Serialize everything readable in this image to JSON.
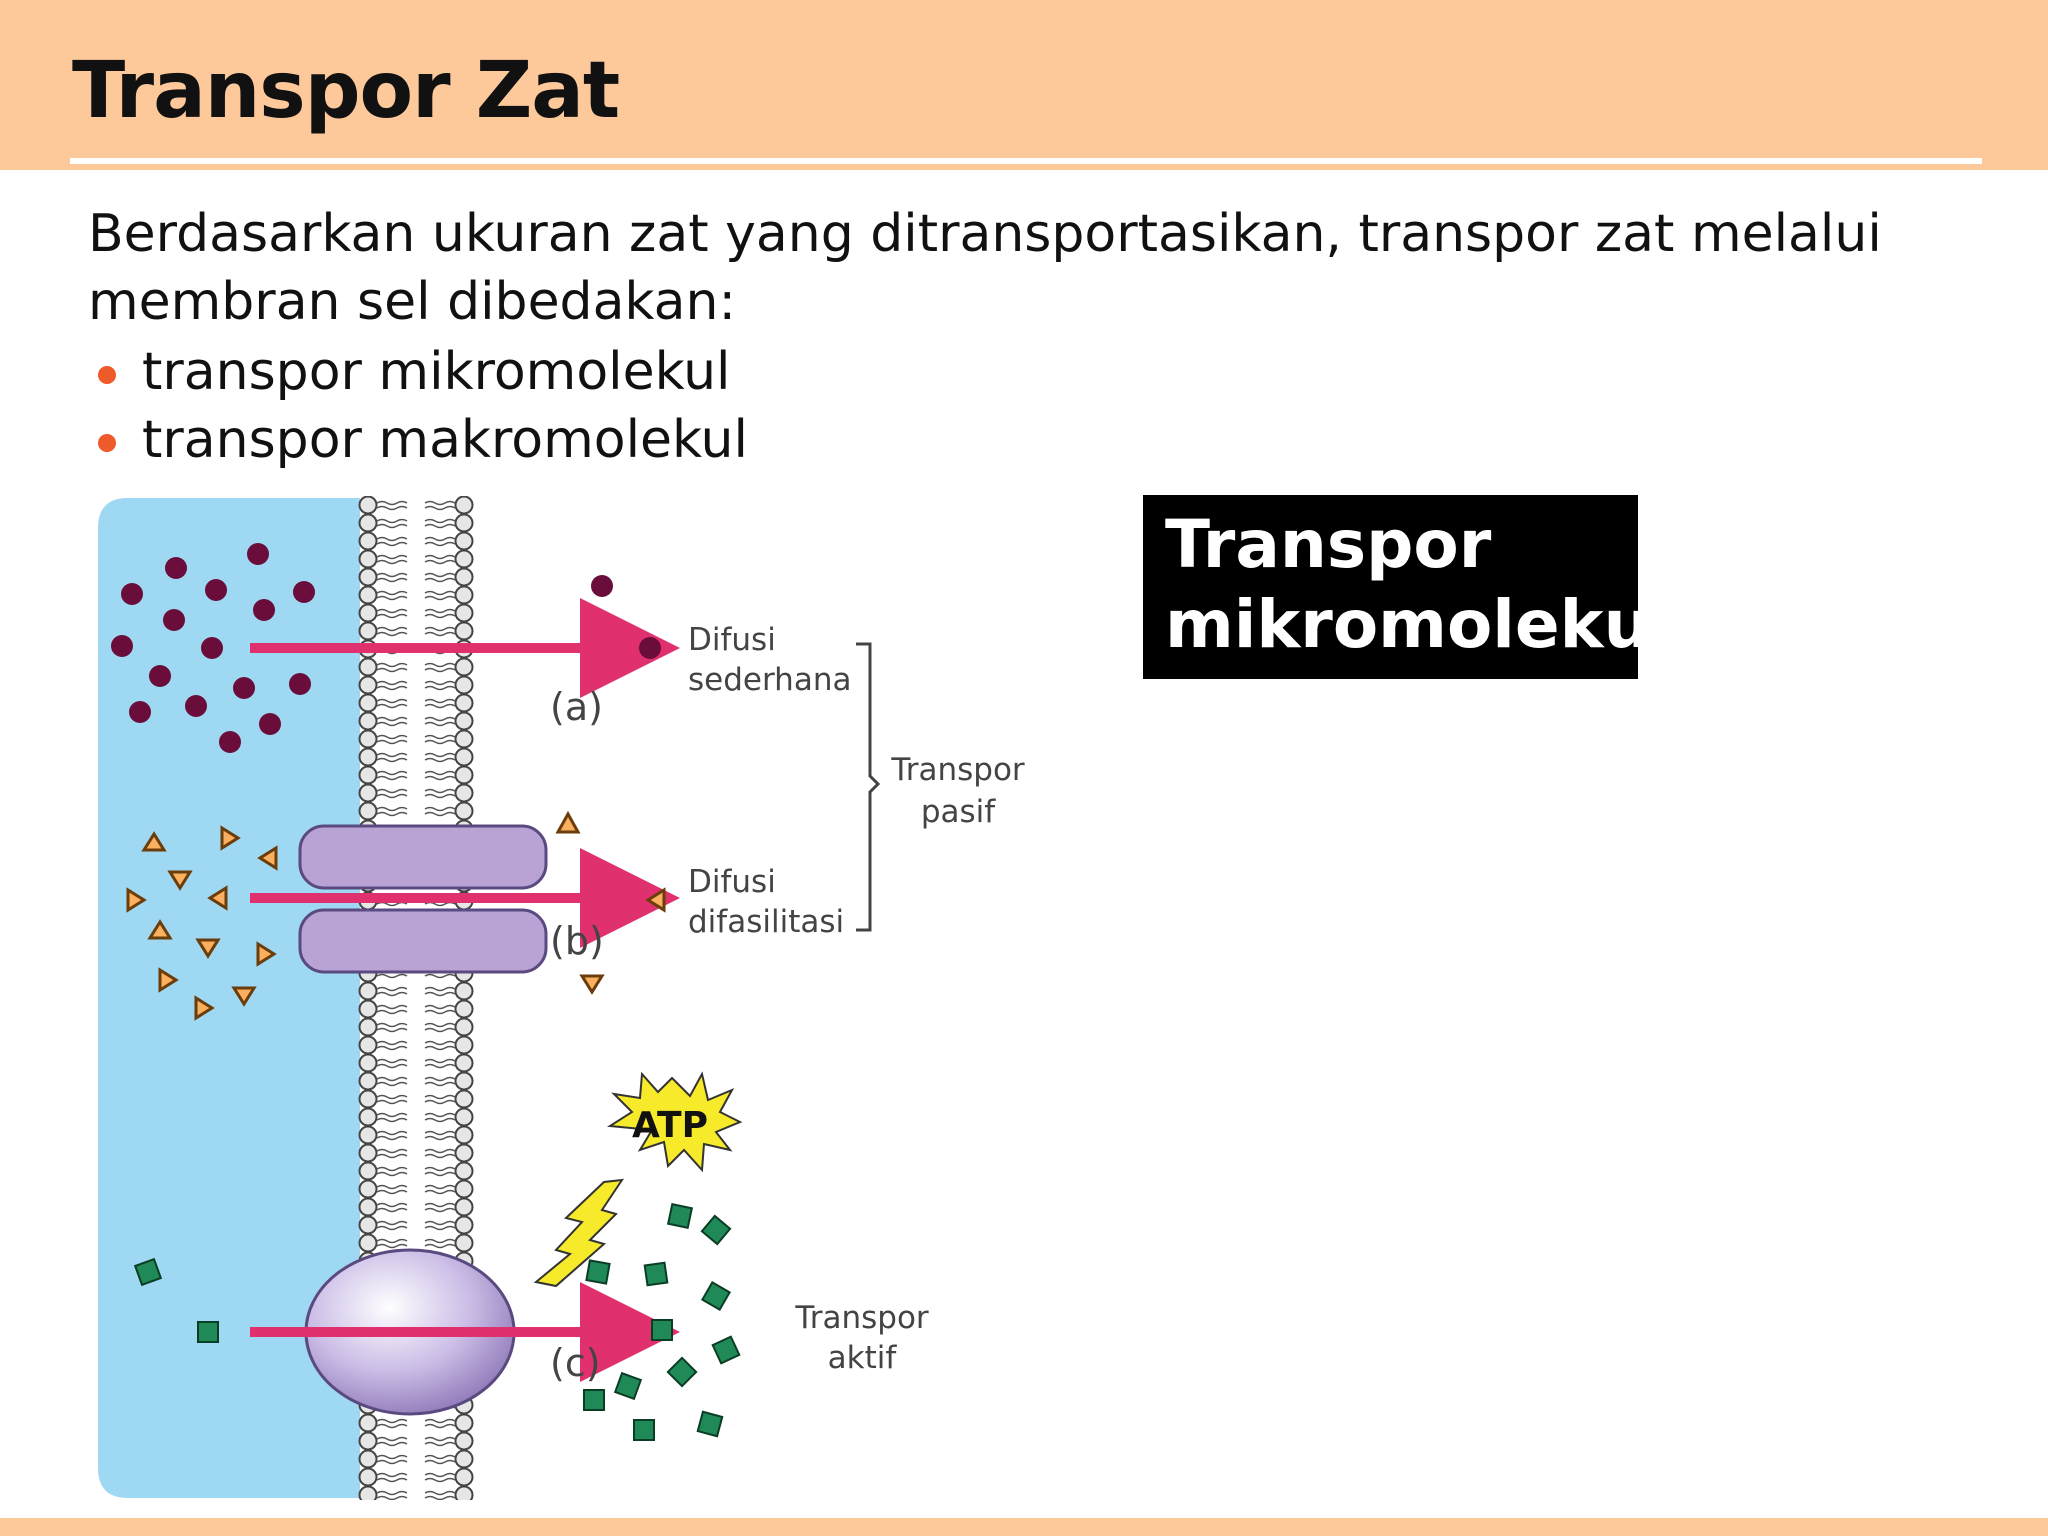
{
  "slide": {
    "title": "Transpor Zat",
    "intro_line1": "Berdasarkan ukuran zat yang ditransportasikan, transpor zat melalui",
    "intro_line2": "membran  sel  dibedakan:",
    "bullets": [
      "transpor mikromolekul",
      "transpor makromolekul"
    ],
    "label_box": {
      "line1": "Transpor",
      "line2": "mikromolekul"
    }
  },
  "diagram": {
    "labels": {
      "a": "(a)",
      "b": "(b)",
      "c": "(c)",
      "difusi_sederhana_1": "Difusi",
      "difusi_sederhana_2": "sederhana",
      "difusi_difasilitasi_1": "Difusi",
      "difusi_difasilitasi_2": "difasilitasi",
      "transpor_pasif_1": "Transpor",
      "transpor_pasif_2": "pasif",
      "transpor_aktif_1": "Transpor",
      "transpor_aktif_2": "aktif",
      "atp": "ATP"
    }
  },
  "colors": {
    "header": "#fdc99b",
    "bullet": "#ef5a2a",
    "extracellular": "#9fd8f2",
    "arrow": "#e0306e",
    "small_molecule": "#6a0d3a",
    "triangle_fill": "#fbb05f",
    "square_fill": "#1f8a57",
    "channel_protein": "#b8a3d4",
    "carrier_protein": "#c4b4e0",
    "atp_burst": "#f6ea2a"
  }
}
